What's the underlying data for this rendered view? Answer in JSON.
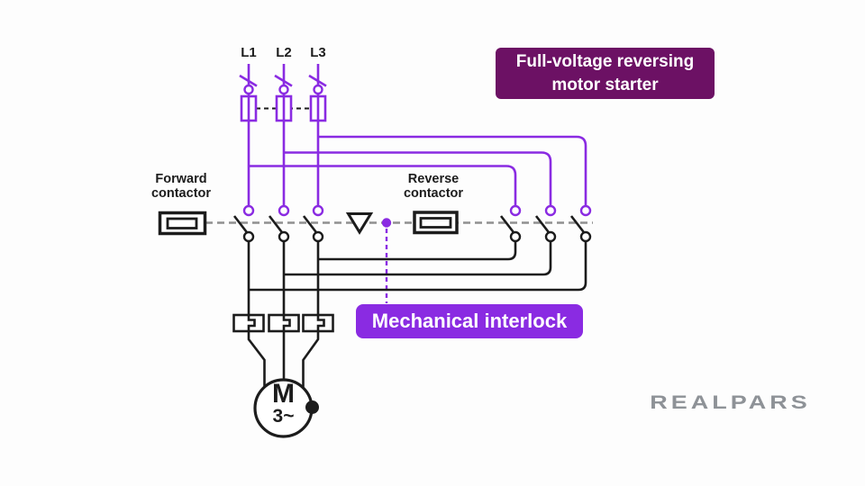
{
  "title_box": {
    "text": "Full-voltage reversing\nmotor starter",
    "bg_color": "#6C1164",
    "text_color": "#FFFFFF"
  },
  "interlock_box": {
    "text": "Mechanical interlock",
    "bg_color": "#8A2BE2",
    "text_color": "#FFFFFF"
  },
  "phase_labels": {
    "l1": "L1",
    "l2": "L2",
    "l3": "L3"
  },
  "contactor_labels": {
    "forward": "Forward\ncontactor",
    "reverse": "Reverse\ncontactor"
  },
  "motor": {
    "letter": "M",
    "phase": "3~"
  },
  "logo": {
    "text": "REALPARS"
  },
  "colors": {
    "line_purple": "#8A2BE2",
    "line_black": "#1C1C1C",
    "dashed_gray": "#909090",
    "logo_gray": "#8E9297",
    "background": "#FDFDFD",
    "title_bg": "#6C1164",
    "interlock_bg": "#8A2BE2"
  }
}
